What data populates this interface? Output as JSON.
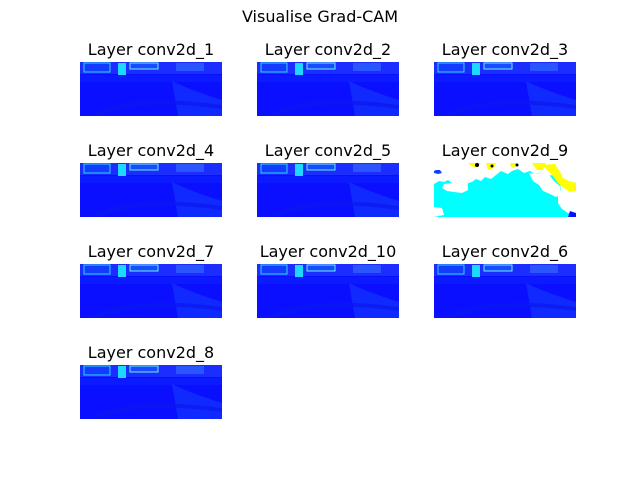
{
  "figure": {
    "title": "Visualise Grad-CAM"
  },
  "panels": [
    {
      "title": "Layer conv2d_1",
      "heatmap": "blue-scene"
    },
    {
      "title": "Layer conv2d_2",
      "heatmap": "blue-scene"
    },
    {
      "title": "Layer conv2d_3",
      "heatmap": "blue-scene"
    },
    {
      "title": "Layer conv2d_4",
      "heatmap": "blue-scene"
    },
    {
      "title": "Layer conv2d_5",
      "heatmap": "blue-scene"
    },
    {
      "title": "Layer conv2d_9",
      "heatmap": "cyan-yellow-blobs"
    },
    {
      "title": "Layer conv2d_7",
      "heatmap": "blue-scene"
    },
    {
      "title": "Layer conv2d_10",
      "heatmap": "blue-scene"
    },
    {
      "title": "Layer conv2d_6",
      "heatmap": "blue-scene"
    },
    {
      "title": "Layer conv2d_8",
      "heatmap": "blue-scene"
    }
  ],
  "colors": {
    "background": "#ffffff",
    "deep_blue": "#0a0aff",
    "mid_blue": "#1e3cff",
    "cyan": "#00ffff",
    "yellow": "#ffff00",
    "white": "#ffffff"
  }
}
